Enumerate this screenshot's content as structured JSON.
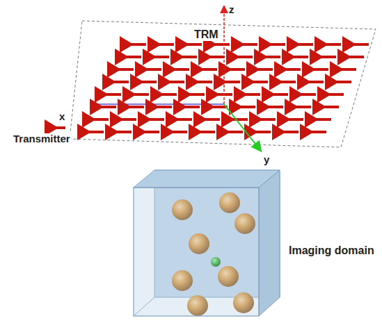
{
  "diagram": {
    "labels": [
      "z",
      "TRM",
      "x",
      "Transmitter",
      "y",
      "Imaging domain"
    ]
  }
}
